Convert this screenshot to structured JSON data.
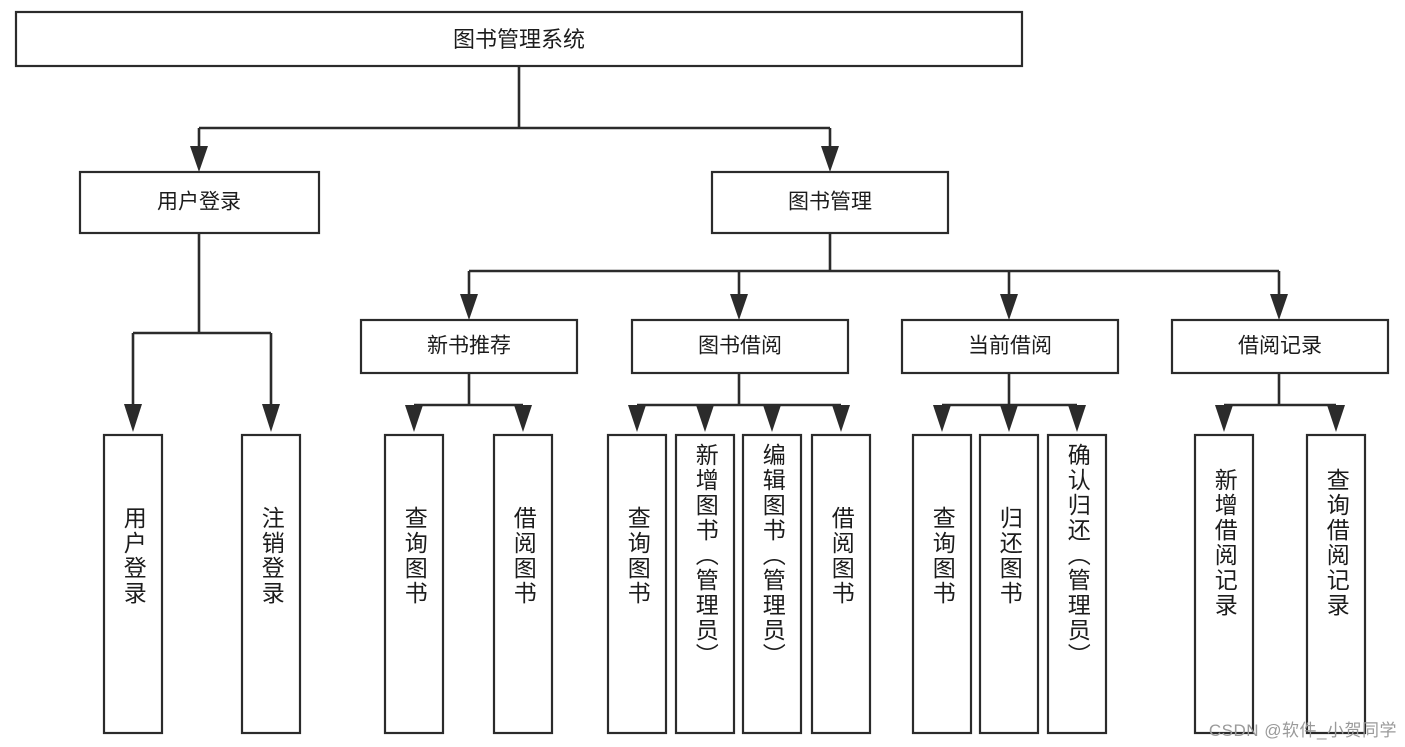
{
  "diagram": {
    "type": "tree-hierarchy-chart",
    "title": "图书管理系统",
    "watermark": "CSDN @软件_小贺同学",
    "colors": {
      "background": "#ffffff",
      "box_fill": "#ffffff",
      "box_stroke": "#2b2b2b",
      "connector": "#2b2b2b",
      "text": "#1c1c1c",
      "watermark": "#9a9a9a"
    },
    "root": {
      "id": "root",
      "label": "图书管理系统",
      "orientation": "horizontal"
    },
    "level2": [
      {
        "id": "user-login",
        "label": "用户登录",
        "orientation": "horizontal"
      },
      {
        "id": "book-manage",
        "label": "图书管理",
        "orientation": "horizontal"
      }
    ],
    "level3": [
      {
        "id": "new-book-recommend",
        "label": "新书推荐",
        "orientation": "horizontal",
        "parent": "book-manage"
      },
      {
        "id": "book-borrow",
        "label": "图书借阅",
        "orientation": "horizontal",
        "parent": "book-manage"
      },
      {
        "id": "current-borrow",
        "label": "当前借阅",
        "orientation": "horizontal",
        "parent": "book-manage"
      },
      {
        "id": "borrow-record",
        "label": "借阅记录",
        "orientation": "horizontal",
        "parent": "book-manage"
      }
    ],
    "leaves": [
      {
        "id": "leaf-user-login",
        "label": "用户登录",
        "orientation": "vertical",
        "parent": "user-login"
      },
      {
        "id": "leaf-user-logout",
        "label": "注销登录",
        "orientation": "vertical",
        "parent": "user-login"
      },
      {
        "id": "leaf-query-book-1",
        "label": "查询图书",
        "orientation": "vertical",
        "parent": "new-book-recommend"
      },
      {
        "id": "leaf-borrow-book-1",
        "label": "借阅图书",
        "orientation": "vertical",
        "parent": "new-book-recommend"
      },
      {
        "id": "leaf-query-book-2",
        "label": "查询图书",
        "orientation": "vertical",
        "parent": "book-borrow"
      },
      {
        "id": "leaf-add-book",
        "label": "新增图书（管理员）",
        "orientation": "vertical",
        "parent": "book-borrow"
      },
      {
        "id": "leaf-edit-book",
        "label": "编辑图书（管理员）",
        "orientation": "vertical",
        "parent": "book-borrow"
      },
      {
        "id": "leaf-borrow-book-2",
        "label": "借阅图书",
        "orientation": "vertical",
        "parent": "book-borrow"
      },
      {
        "id": "leaf-query-book-3",
        "label": "查询图书",
        "orientation": "vertical",
        "parent": "current-borrow"
      },
      {
        "id": "leaf-return-book",
        "label": "归还图书",
        "orientation": "vertical",
        "parent": "current-borrow"
      },
      {
        "id": "leaf-confirm-return",
        "label": "确认归还（管理员）",
        "orientation": "vertical",
        "parent": "current-borrow"
      },
      {
        "id": "leaf-add-record",
        "label": "新增借阅记录",
        "orientation": "vertical",
        "parent": "borrow-record"
      },
      {
        "id": "leaf-query-record",
        "label": "查询借阅记录",
        "orientation": "vertical",
        "parent": "borrow-record"
      }
    ]
  }
}
